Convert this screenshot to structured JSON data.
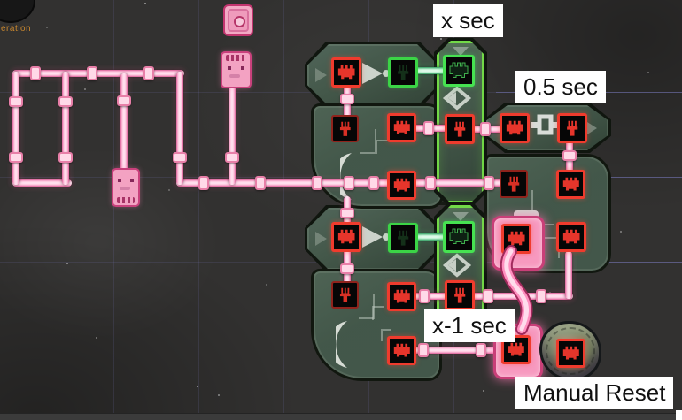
{
  "background": {
    "corner_label": "eration"
  },
  "annotations": {
    "x_sec": "x sec",
    "half_sec": "0.5 sec",
    "x_minus_1_sec": "x-1 sec",
    "manual_reset": "Manual Reset"
  },
  "colors": {
    "wire_pink": "#f27ab0",
    "wire_pink_core": "#ffe7f2",
    "wire_green": "#4fbf7a",
    "port_red": "#e8352b",
    "port_green": "#3fd648",
    "board_green": "#44584a",
    "selection_pink": "#ff9cc0",
    "selection_green": "#6ee83c",
    "grid_blue": "#5d5d94",
    "label_bg": "#ffffff",
    "label_text": "#111111"
  },
  "components": [
    {
      "name": "signal-check-top",
      "icon": "crescent-icon",
      "ports": [
        "red",
        "red",
        "red"
      ]
    },
    {
      "name": "not-gate-top",
      "icon": "not-gate-icon",
      "ports": [
        "red",
        "green"
      ]
    },
    {
      "name": "delay-top",
      "icon": "delay-diamond-icon",
      "label_ref": "x_sec",
      "ports": [
        "green",
        "red"
      ],
      "selected": true
    },
    {
      "name": "delay-half-second",
      "icon": "chip-icon",
      "label_ref": "half_sec",
      "ports": [
        "red",
        "red"
      ]
    },
    {
      "name": "memory-right",
      "icon": "white-square-icon",
      "ports": [
        "red",
        "red",
        "red",
        "red"
      ]
    },
    {
      "name": "not-gate-bottom",
      "icon": "not-gate-icon",
      "ports": [
        "red",
        "green"
      ]
    },
    {
      "name": "signal-check-bottom",
      "icon": "crescent-icon",
      "ports": [
        "red",
        "red",
        "red"
      ]
    },
    {
      "name": "delay-bottom",
      "icon": "delay-diamond-icon",
      "label_ref": "x_minus_1_sec",
      "ports": [
        "green",
        "red"
      ],
      "selected": true
    },
    {
      "name": "selected-wire-box",
      "icon": "port-icon",
      "ports": [
        "red"
      ],
      "selected": true
    },
    {
      "name": "manual-reset-button",
      "icon": "rock-button-icon",
      "label_ref": "manual_reset",
      "ports": [
        "red"
      ]
    }
  ]
}
